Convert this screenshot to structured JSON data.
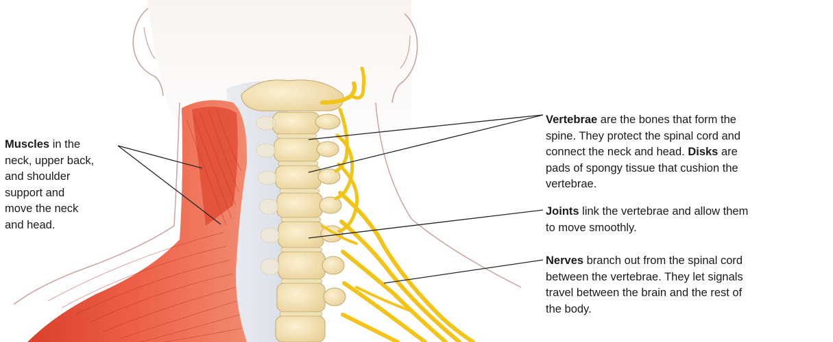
{
  "labels": {
    "muscles": {
      "term": "Muscles",
      "lines": [
        " in the",
        "neck, upper back,",
        "and shoulder",
        "support and",
        "move the neck",
        "and head."
      ]
    },
    "vertebrae": {
      "term": "Vertebrae",
      "line1_rest": " are the bones that form the",
      "line2": "spine. They protect the spinal cord and",
      "line3_pre": "connect the neck and head. ",
      "term2": "Disks",
      "line3_post": " are",
      "line4": "pads of spongy tissue that cushion the",
      "line5": "vertebrae."
    },
    "joints": {
      "term": "Joints",
      "line1_rest": " link the vertebrae and allow them",
      "line2": "to move smoothly."
    },
    "nerves": {
      "term": "Nerves",
      "line1_rest": " branch out from the spinal cord",
      "line2": "between the vertebrae. They let signals",
      "line3": "travel between the brain and the rest of",
      "line4": "the body."
    }
  },
  "colors": {
    "skin_outline": "#c9a49c",
    "muscle": "#e8533a",
    "muscle_fiber": "#b8301e",
    "bone": "#f3e3b6",
    "bone_outline": "#c4a86a",
    "nerve": "#f2c318",
    "leader_line": "#222222",
    "tissue": "#dfe4ec"
  },
  "icons": [
    "ear-icon",
    "spine-icon",
    "muscle-icon",
    "nerve-icon"
  ]
}
